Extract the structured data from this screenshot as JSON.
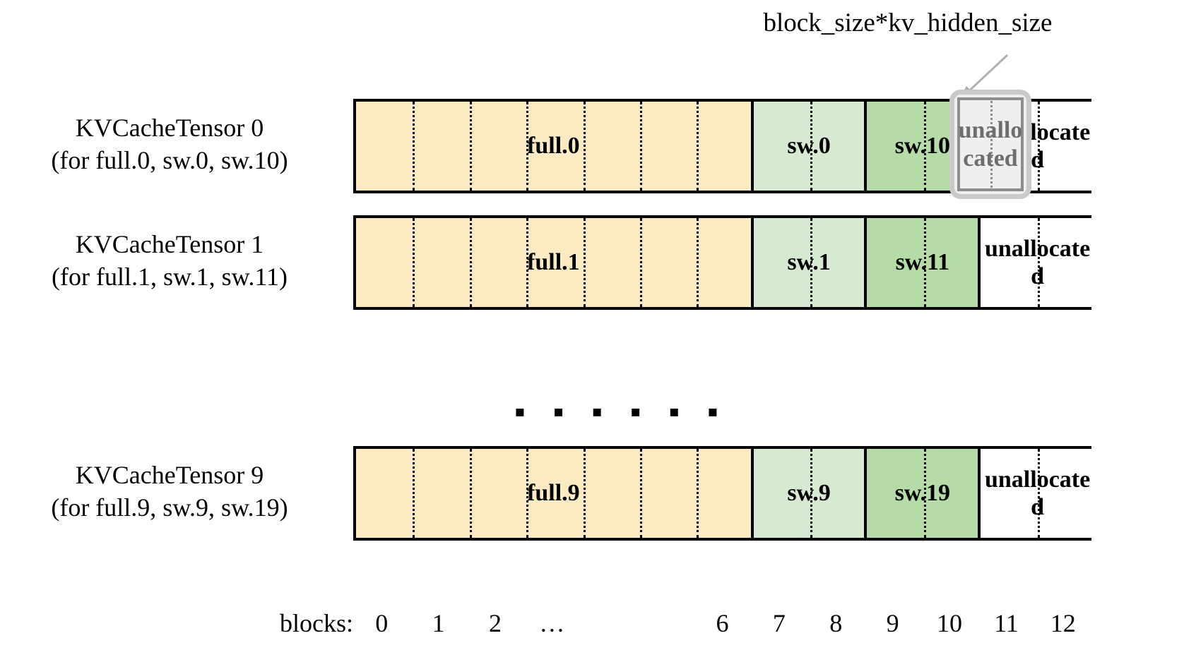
{
  "annotation": {
    "text": "block_size*kv_hidden_size",
    "arrow_color": "#b0b0b0",
    "arrow_icon": "arrow-up-right-icon"
  },
  "colors": {
    "full_block": "#fceac3",
    "sw_light_block": "#d6e9d1",
    "sw_dark_block": "#b5dca6",
    "unallocated_block": "#ffffff",
    "border": "#000000",
    "highlight_outline": "#c9c9c9",
    "highlight_inner_outline": "#8d8d8d",
    "highlight_text": "#6e6e6e",
    "highlight_fill": "#efefef"
  },
  "rows": [
    {
      "label_line1": "KVCacheTensor 0",
      "label_line2": "(for full.0, sw.0, sw.10)",
      "segments": [
        {
          "label": "full.0",
          "kind": "full",
          "blocks": 7
        },
        {
          "label": "sw.0",
          "kind": "sw-light",
          "blocks": 2
        },
        {
          "label": "sw.10",
          "kind": "sw-dark",
          "blocks": 2
        },
        {
          "label": "unallocated",
          "kind": "unalloc",
          "blocks": 2
        }
      ]
    },
    {
      "label_line1": "KVCacheTensor 1",
      "label_line2": "(for full.1, sw.1, sw.11)",
      "segments": [
        {
          "label": "full.1",
          "kind": "full",
          "blocks": 7
        },
        {
          "label": "sw.1",
          "kind": "sw-light",
          "blocks": 2
        },
        {
          "label": "sw.11",
          "kind": "sw-dark",
          "blocks": 2
        },
        {
          "label": "unallocated",
          "kind": "unalloc",
          "blocks": 2
        }
      ]
    },
    {
      "label_line1": "KVCacheTensor 9",
      "label_line2": "(for full.9, sw.9, sw.19)",
      "segments": [
        {
          "label": "full.9",
          "kind": "full",
          "blocks": 7
        },
        {
          "label": "sw.9",
          "kind": "sw-light",
          "blocks": 2
        },
        {
          "label": "sw.19",
          "kind": "sw-dark",
          "blocks": 2
        },
        {
          "label": "unallocated",
          "kind": "unalloc",
          "blocks": 2
        }
      ]
    }
  ],
  "ellipsis": "▪ ▪ ▪ ▪ ▪ ▪",
  "highlight": {
    "text": "unallocated",
    "block_index": 11
  },
  "axis": {
    "title": "blocks:",
    "ticks": [
      "0",
      "1",
      "2",
      "…",
      "6",
      "7",
      "8",
      "9",
      "10",
      "11",
      "12"
    ],
    "tick_block_positions": [
      0,
      1,
      2,
      3,
      6,
      7,
      8,
      9,
      10,
      11,
      12
    ],
    "total_blocks": 13
  }
}
